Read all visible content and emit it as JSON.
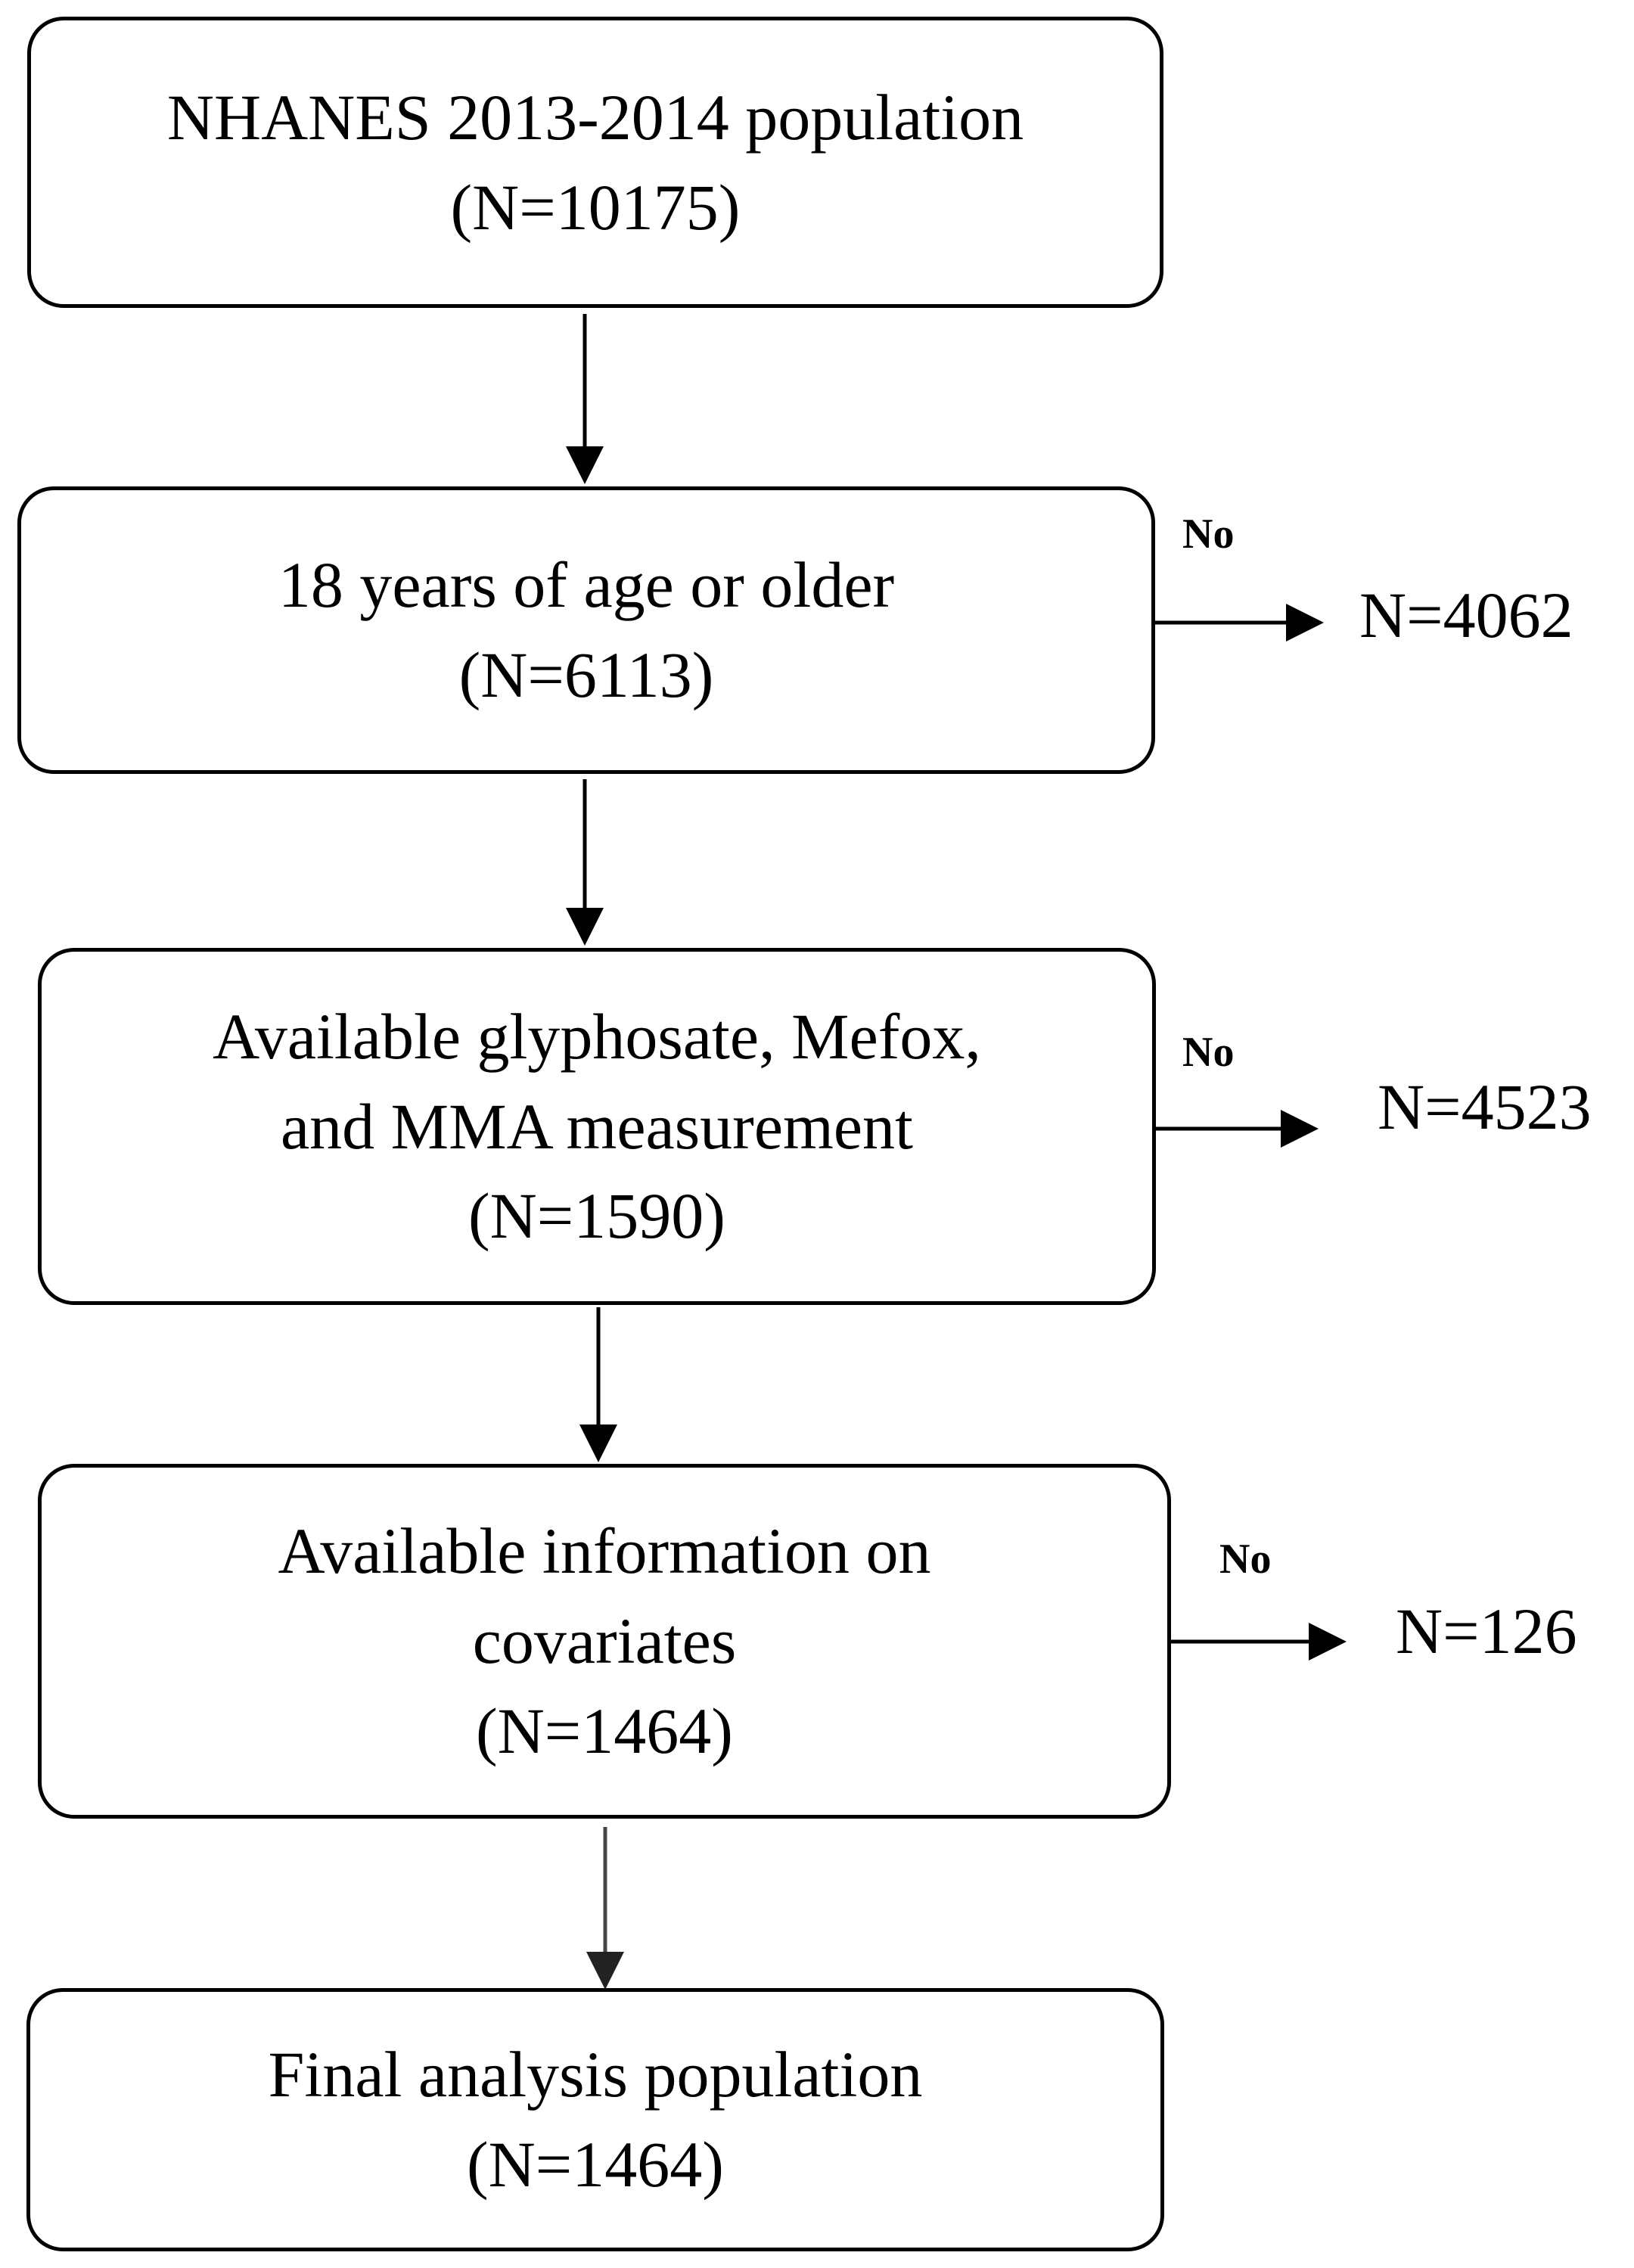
{
  "steps": [
    {
      "lines": [
        "NHANES 2013-2014  population",
        "(N=10175)"
      ]
    },
    {
      "lines": [
        "18 years of age or older",
        "(N=6113)"
      ]
    },
    {
      "lines": [
        "Available  glyphosate, Mefox,",
        "and MMA measurement",
        "(N=1590)"
      ]
    },
    {
      "lines": [
        "Available  information on",
        "covariates",
        "(N=1464)"
      ]
    },
    {
      "lines": [
        "Final analysis population",
        "(N=1464)"
      ]
    }
  ],
  "exclusions": [
    {
      "label": "No",
      "count": "N=4062"
    },
    {
      "label": "No",
      "count": "N=4523"
    },
    {
      "label": "No",
      "count": "N=126"
    }
  ]
}
